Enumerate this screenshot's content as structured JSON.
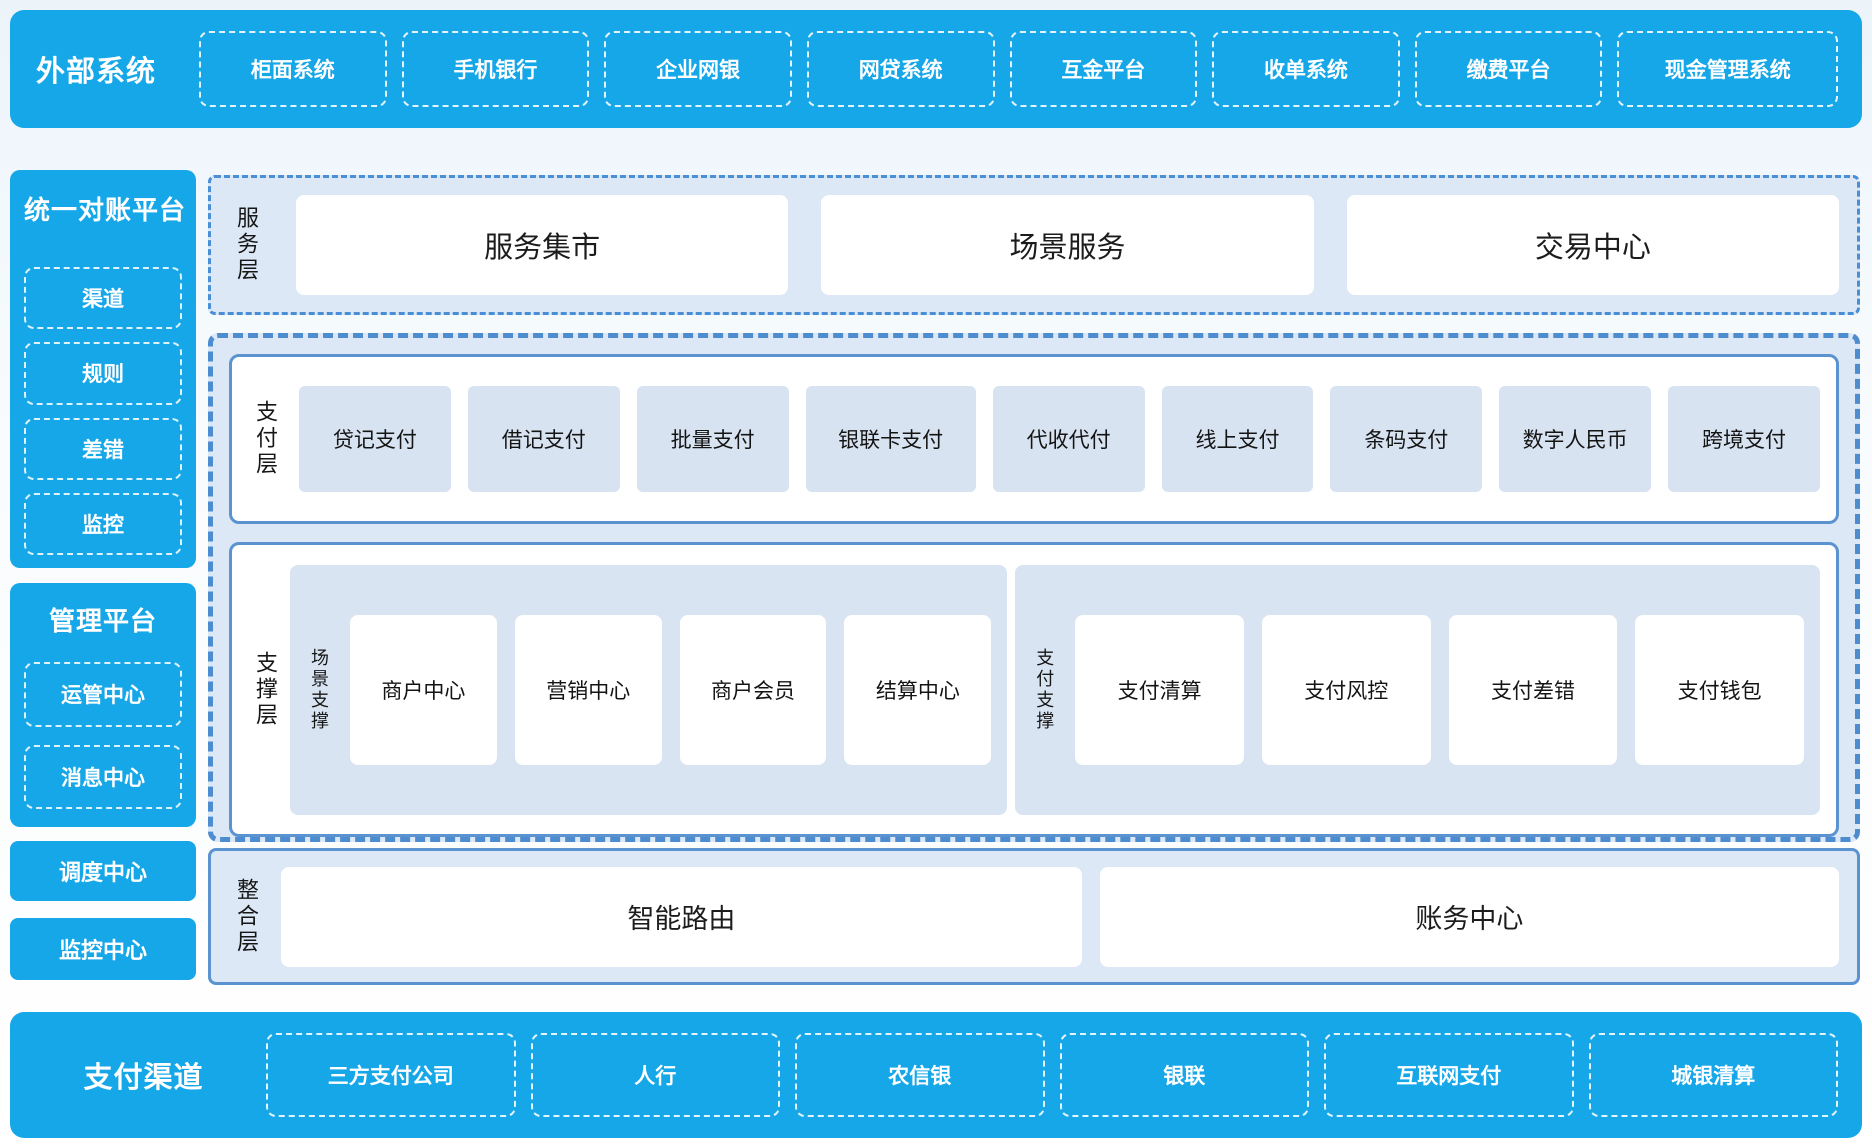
{
  "colors": {
    "primary_blue": "#16a7e8",
    "panel_blue": "#dce8f5",
    "box_blue": "#d8e3f1",
    "border_blue": "#5a93d0",
    "dashed_border_blue": "#4e8cd0",
    "white": "#ffffff",
    "text_dark": "#161616"
  },
  "top_bar": {
    "title": "外部系统",
    "items": [
      "柜面系统",
      "手机银行",
      "企业网银",
      "网贷系统",
      "互金平台",
      "收单系统",
      "缴费平台",
      "现金管理系统"
    ]
  },
  "sidebar": {
    "reconciliation": {
      "title": "统一对账平台",
      "items": [
        "渠道",
        "规则",
        "差错",
        "监控"
      ]
    },
    "management": {
      "title": "管理平台",
      "items": [
        "运管中心",
        "消息中心"
      ]
    },
    "scheduling_center": "调度中心",
    "monitoring_center": "监控中心"
  },
  "layers": {
    "service": {
      "label": "服务层",
      "items": [
        "服务集市",
        "场景服务",
        "交易中心"
      ]
    },
    "payment": {
      "label": "支付层",
      "items": [
        "贷记支付",
        "借记支付",
        "批量支付",
        "银联卡支付",
        "代收代付",
        "线上支付",
        "条码支付",
        "数字人民币",
        "跨境支付"
      ]
    },
    "support": {
      "label": "支撑层",
      "groups": [
        {
          "label": "场景支撑",
          "items": [
            "商户中心",
            "营销中心",
            "商户会员",
            "结算中心"
          ]
        },
        {
          "label": "支付支撑",
          "items": [
            "支付清算",
            "支付风控",
            "支付差错",
            "支付钱包"
          ]
        }
      ]
    },
    "integration": {
      "label": "整合层",
      "items": [
        "智能路由",
        "账务中心"
      ]
    }
  },
  "bottom_bar": {
    "title": "支付渠道",
    "items": [
      "三方支付公司",
      "人行",
      "农信银",
      "银联",
      "互联网支付",
      "城银清算"
    ]
  }
}
